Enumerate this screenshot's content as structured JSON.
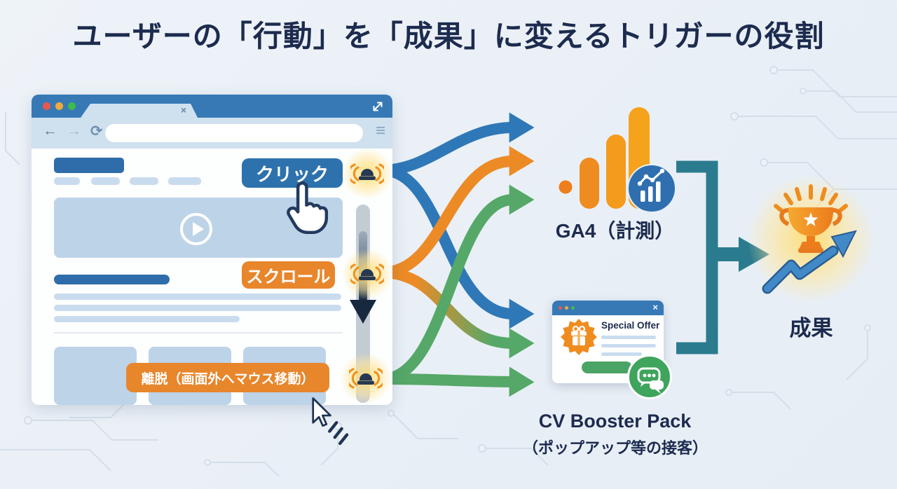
{
  "title": "ユーザーの「行動」を「成果」に変えるトリガーの役割",
  "browser": {
    "tab_close_icon": "×",
    "back_icon": "←",
    "forward_icon": "→",
    "reload_icon": "⟳",
    "menu_icon": "≡"
  },
  "triggers": {
    "click_label": "クリック",
    "scroll_label": "スクロール",
    "exit_label": "離脱（画面外へマウス移動）"
  },
  "ga4": {
    "label": "GA4（計測）"
  },
  "cv_booster": {
    "popup_title": "Special Offer",
    "close_icon": "×",
    "name": "CV Booster Pack",
    "subtitle": "（ポップアップ等の接客）"
  },
  "result": {
    "label": "成果"
  },
  "colors": {
    "navy": "#1c2b4e",
    "accent_blue": "#2e72ad",
    "accent_orange": "#e8862c",
    "accent_green": "#55a868",
    "teal": "#2b7b8e",
    "browser_bar": "#3779b5"
  }
}
